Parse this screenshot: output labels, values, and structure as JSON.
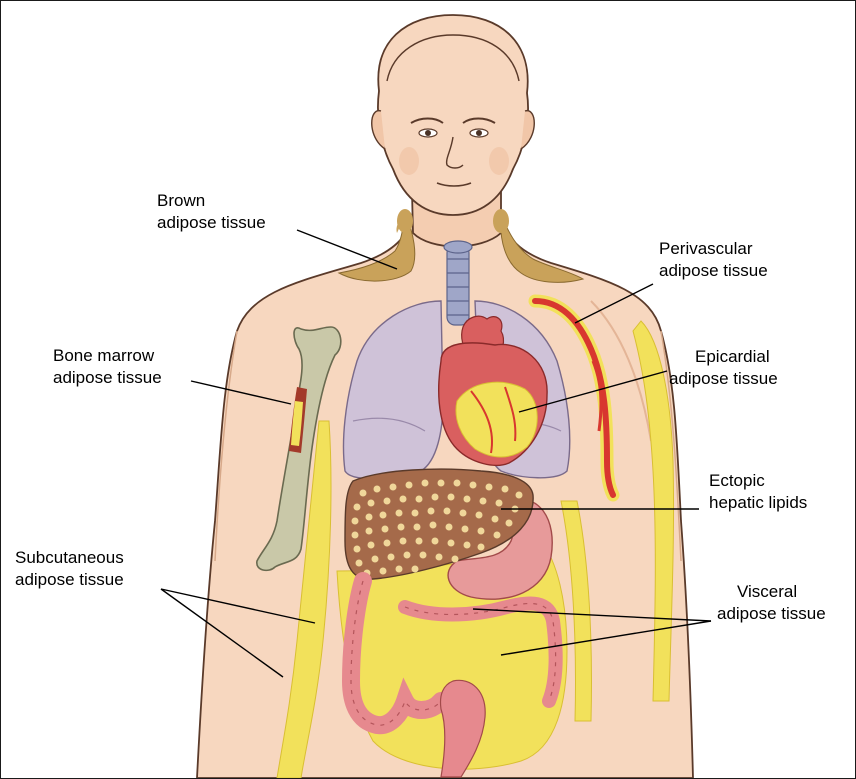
{
  "labels": {
    "brown": [
      "Brown",
      "adipose tissue"
    ],
    "perivascular": [
      "Perivascular",
      "adipose tissue"
    ],
    "bone_marrow": [
      "Bone marrow",
      "adipose tissue"
    ],
    "epicardial": [
      "Epicardial",
      "adipose tissue"
    ],
    "ectopic": [
      "Ectopic",
      "hepatic lipids"
    ],
    "subcutaneous": [
      "Subcutaneous",
      "adipose tissue"
    ],
    "visceral": [
      "Visceral",
      "adipose tissue"
    ]
  },
  "colors": {
    "skin": "#f7d7bf",
    "skin_shadow": "#eec2a4",
    "outline": "#5a3a2a",
    "fat": "#f2e15b",
    "fat_dark": "#d9bf32",
    "brown_fat": "#c9a25a",
    "lung": "#cfc2d8",
    "heart": "#d95f5f",
    "liver": "#a56a4a",
    "liver_dots": "#f0d79a",
    "intestine": "#e6898e",
    "stomach": "#e79a9a",
    "bone": "#c9c8a8",
    "artery": "#d8372f",
    "trachea": "#9fa6c8"
  }
}
